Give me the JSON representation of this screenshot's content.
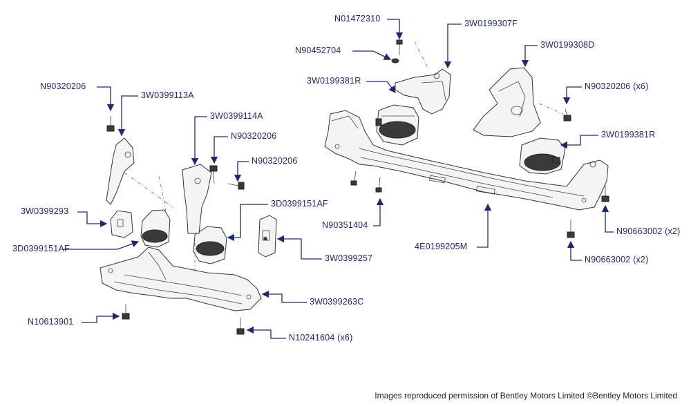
{
  "labels": {
    "l_n01472310": "N01472310",
    "l_n90452704": "N90452704",
    "l_3w0199307f": "3W0199307F",
    "l_3w0199308d": "3W0199308D",
    "l_3w0199381r_top": "3W0199381R",
    "l_n90320206_x6": "N90320206 (x6)",
    "l_3w0199381r_right": "3W0199381R",
    "l_n90320206_left": "N90320206",
    "l_3w0399113a": "3W0399113A",
    "l_3w0399114a": "3W0399114A",
    "l_n90320206_mid1": "N90320206",
    "l_n90320206_mid2": "N90320206",
    "l_3w0399293": "3W0399293",
    "l_3d0399151af_left": "3D0399151AF",
    "l_3d0399151af_mid": "3D0399151AF",
    "l_3w0399257": "3W0399257",
    "l_n90351404": "N90351404",
    "l_4e0199205m": "4E0199205M",
    "l_n90663002_a": "N90663002 (x2)",
    "l_n90663002_b": "N90663002 (x2)",
    "l_3w0399263c": "3W0399263C",
    "l_n10613901": "N10613901",
    "l_n10241604": "N10241604 (x6)"
  },
  "copyright": "Images reproduced permission of Bentley Motors Limited ©Bentley Motors Limited",
  "colors": {
    "leader": "#1d2a6e",
    "text": "#1d2a6e",
    "part_outline": "#333333"
  }
}
